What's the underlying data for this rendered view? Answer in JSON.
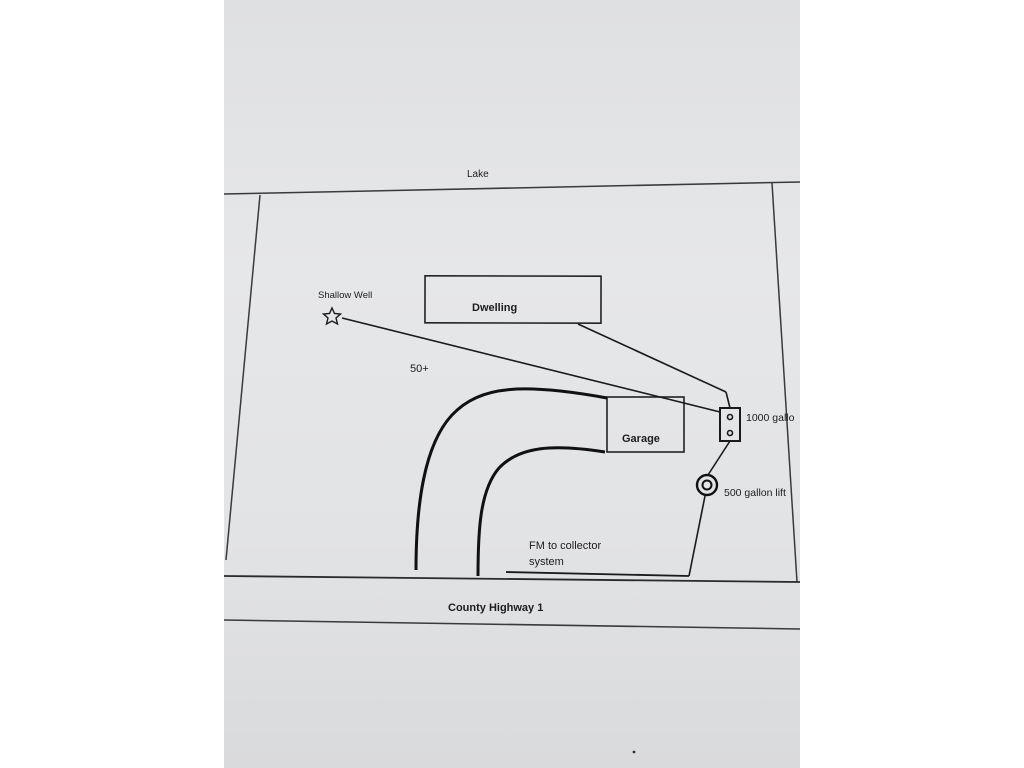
{
  "labels": {
    "lake": "Lake",
    "dwelling": "Dwelling",
    "shallow_well": "Shallow Well",
    "distance": "50+",
    "garage": "Garage",
    "tank_1000": "1000 gallo",
    "tank_500": "500 gallon lift",
    "fm_line1": "FM to collector",
    "fm_line2": "system",
    "road": "County Highway 1"
  },
  "icons": {
    "well": "star-outline",
    "tank_1000": "rectangle-with-two-dots",
    "tank_500": "concentric-circles"
  }
}
